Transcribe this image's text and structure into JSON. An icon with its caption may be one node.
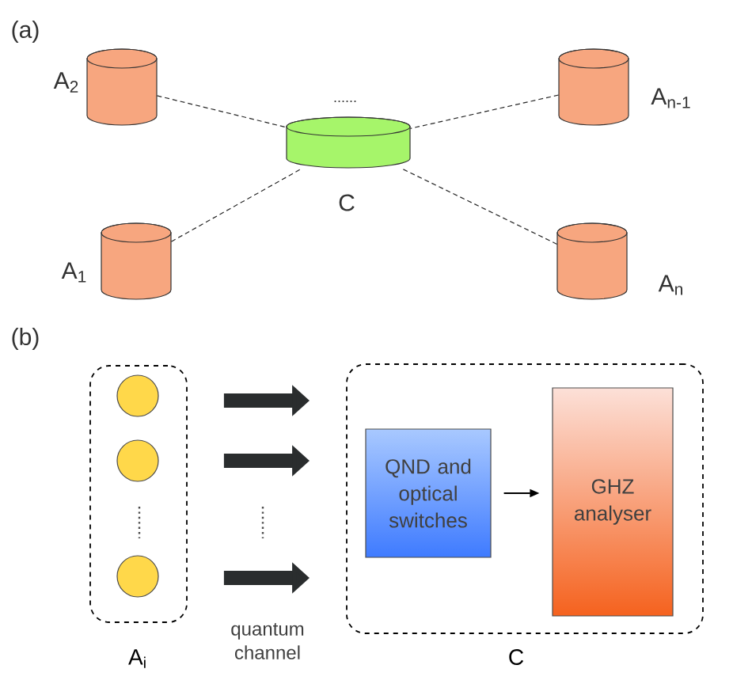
{
  "diagram": {
    "nodes": [
      {
        "text": [],
        "shape": "cylinder",
        "beside": [
          "A$_{2}$"
        ]
      },
      {
        "text": [],
        "shape": "cylinder",
        "beside": [
          "A$_{n-1}$"
        ]
      },
      {
        "text": [],
        "shape": "cylinder",
        "beside": [
          "C"
        ]
      },
      {
        "text": [],
        "shape": "cylinder",
        "beside": [
          "A$_{1}$"
        ]
      },
      {
        "text": [],
        "shape": "cylinder",
        "beside": [
          "A$_{n}$"
        ]
      },
      {
        "text": [
          "A$_{i}$"
        ]
      },
      {
        "text": [],
        "shape": "circle",
        "in": 5
      },
      {
        "text": [],
        "shape": "circle",
        "in": 5
      },
      {
        "text": [],
        "shape": "circle",
        "in": 5
      },
      {
        "text": [
          "C"
        ]
      },
      {
        "text": [
          "QND and optical switches"
        ],
        "in": 9
      },
      {
        "text": [
          "GHZ analyser"
        ],
        "in": 9
      }
    ],
    "edges": [
      {
        "from": 0,
        "to": 2,
        "arrow": "none",
        "style": "dashed"
      },
      {
        "from": 1,
        "to": 2,
        "arrow": "none",
        "style": "dashed"
      },
      {
        "from": 3,
        "to": 2,
        "arrow": "none",
        "style": "dashed"
      },
      {
        "from": 4,
        "to": 2,
        "arrow": "none",
        "style": "dashed"
      },
      {
        "from": 5,
        "to": 9,
        "arrow": "to",
        "style": "thick"
      },
      {
        "from": 5,
        "to": 9,
        "arrow": "to",
        "style": "thick"
      },
      {
        "from": 5,
        "to": 9,
        "arrow": "to",
        "style": "thick"
      },
      {
        "from": 10,
        "to": 11,
        "arrow": "to"
      }
    ],
    "labels": [
      "(a)",
      "......",
      "(b)",
      "quantum channel"
    ]
  }
}
